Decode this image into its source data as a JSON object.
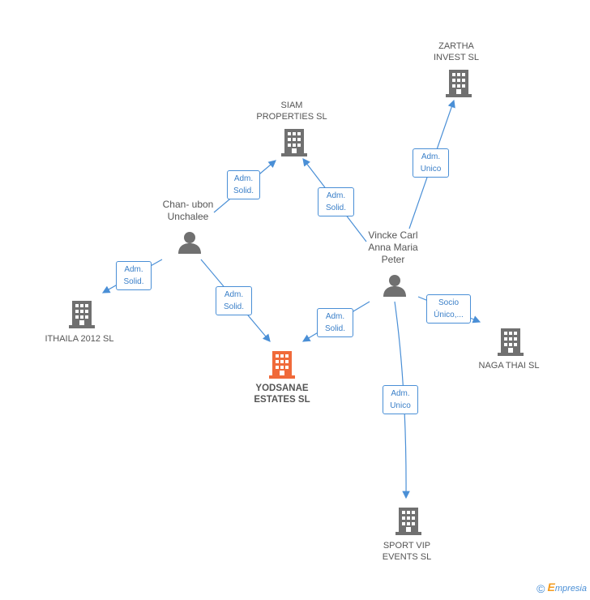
{
  "nodes": {
    "zartha": {
      "label": "ZARTHA\nINVEST  SL"
    },
    "siam": {
      "label": "SIAM\nPROPERTIES SL"
    },
    "chan": {
      "label": "Chan- ubon\nUnchalee"
    },
    "vincke": {
      "label": "Vincke Carl\nAnna Maria\nPeter"
    },
    "ithaila": {
      "label": "ITHAILA 2012 SL"
    },
    "yodsanae": {
      "label": "YODSANAE\nESTATES SL"
    },
    "naga": {
      "label": "NAGA THAI SL"
    },
    "sport": {
      "label": "SPORT VIP\nEVENTS SL"
    }
  },
  "relations": {
    "chan_siam": "Adm.\nSolid.",
    "vincke_siam": "Adm.\nSolid.",
    "vincke_zartha": "Adm.\nUnico",
    "chan_ithaila": "Adm.\nSolid.",
    "chan_yodsanae": "Adm.\nSolid.",
    "vincke_yodsanae": "Adm.\nSolid.",
    "vincke_naga": "Socio\nÚnico,...",
    "vincke_sport": "Adm.\nUnico"
  },
  "footer": {
    "copyright": "©",
    "brand_initial": "E",
    "brand_rest": "mpresia"
  },
  "colors": {
    "edge": "#4a8fd6",
    "building": "#707070",
    "building_main": "#f06a3a",
    "person": "#707070"
  }
}
